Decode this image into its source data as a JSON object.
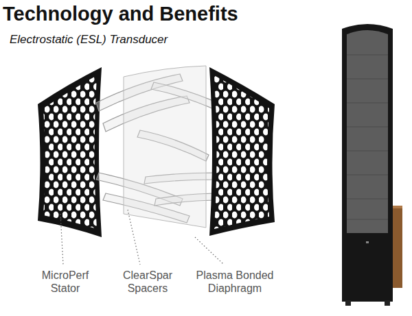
{
  "diagram": {
    "title": "Technology and Benefits",
    "labels": [
      "Electrostatic (ESL) Transducer",
      "MicroPerf Stator",
      "ClearSpar Spacers",
      "Plasma Bonded Diaphragm"
    ]
  }
}
